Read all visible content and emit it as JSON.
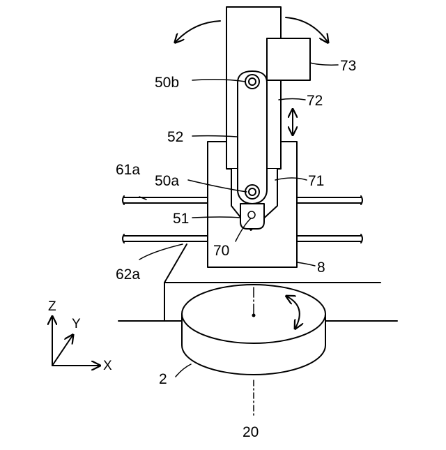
{
  "labels": {
    "l73": "73",
    "l50b": "50b",
    "l72": "72",
    "l52": "52",
    "l61a": "61a",
    "l50a": "50a",
    "l71": "71",
    "l51": "51",
    "l70": "70",
    "l62a": "62a",
    "l8": "8",
    "l2": "2",
    "l20": "20"
  },
  "axes": {
    "z": "Z",
    "y": "Y",
    "x": "X"
  }
}
